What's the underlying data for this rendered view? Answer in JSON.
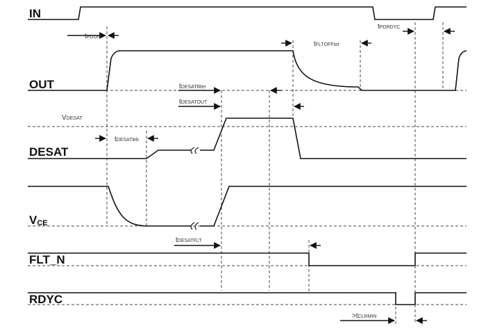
{
  "title": "Desaturation fault timing diagram",
  "signals": [
    {
      "id": "in",
      "name": "IN",
      "sub": ""
    },
    {
      "id": "out",
      "name": "OUT",
      "sub": ""
    },
    {
      "id": "desat",
      "name": "DESAT",
      "sub": ""
    },
    {
      "id": "vce",
      "name": "V",
      "sub": "CE"
    },
    {
      "id": "flt_n",
      "name": "FLT_N",
      "sub": ""
    },
    {
      "id": "rdyc",
      "name": "RDYC",
      "sub": ""
    }
  ],
  "threshold_label": {
    "main": "V",
    "sub": "DESAT"
  },
  "timing_labels": [
    {
      "id": "tpdon",
      "prefix": "t",
      "sub": "PDON"
    },
    {
      "id": "tfltofftot",
      "prefix": "t",
      "sub": "FLTOFFtot"
    },
    {
      "id": "tpdrdyc",
      "prefix": "t",
      "sub": "PDRDYC"
    },
    {
      "id": "tdesatfilter",
      "prefix": "t",
      "sub": "DESATfilter"
    },
    {
      "id": "tdesatout",
      "prefix": "t",
      "sub": "DESATOUT"
    },
    {
      "id": "tdesatleb",
      "prefix": "t",
      "sub": "DESATleb"
    },
    {
      "id": "tdesatflt",
      "prefix": "t",
      "sub": "DESATFLT"
    },
    {
      "id": "tclrmin",
      "prefix": ">t",
      "sub": "CLRMIN"
    }
  ],
  "colors": {
    "trace": "#111111",
    "reference": "#444444",
    "background": "#ffffff"
  }
}
